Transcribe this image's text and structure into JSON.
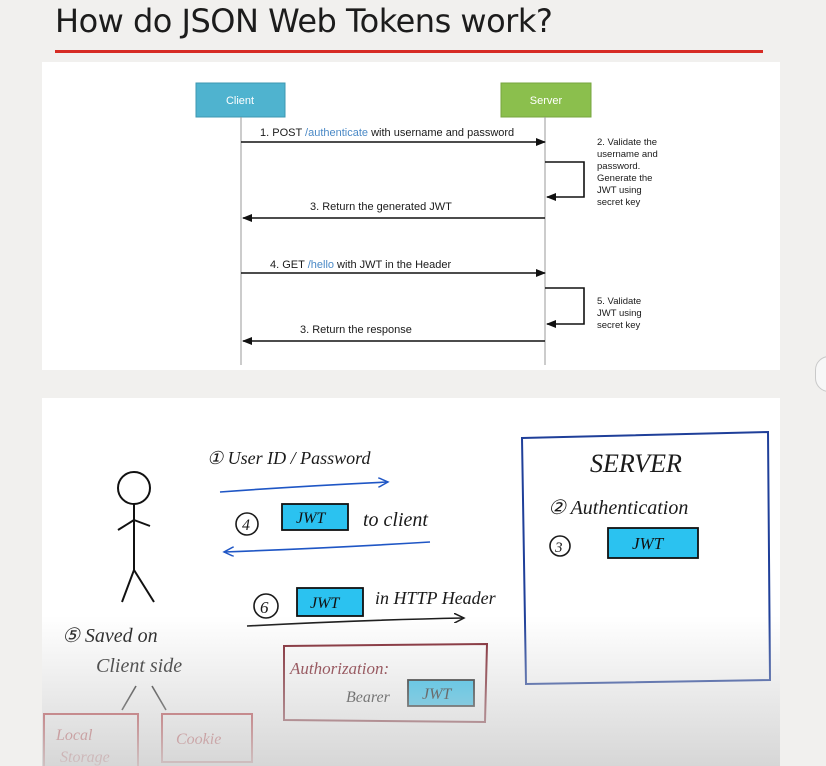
{
  "title": "How do JSON Web Tokens work?",
  "colors": {
    "accent_rule": "#d62b24",
    "client_box": "#4fb3cf",
    "server_box": "#8bbf4d",
    "link_blue": "#4a89c6",
    "pen_blue": "#1f56c5",
    "jwt_fill": "#2bc2f0",
    "maroon": "#7c1f2a",
    "red": "#b3242b"
  },
  "sequence": {
    "client_label": "Client",
    "server_label": "Server",
    "step1_a": "1. POST ",
    "step1_b": "/authenticate",
    "step1_c": " with username and password",
    "step2": [
      "2. Validate the",
      "username and",
      "password.",
      "Generate the",
      "JWT using",
      "secret key"
    ],
    "step3a": "3. Return the generated JWT",
    "step4_a": "4.  GET ",
    "step4_b": "/hello",
    "step4_c": " with JWT in the Header",
    "step5": [
      "5. Validate",
      "JWT using",
      "secret key"
    ],
    "step3b": "3. Return the response"
  },
  "sketch": {
    "step1": "① User ID / Password",
    "step4_num": "4",
    "jwt": "JWT",
    "to_client": "to client",
    "server": "SERVER",
    "step2": "② Authentication",
    "step3_num": "3",
    "step6_num": "6",
    "in_header": "in HTTP Header",
    "step5_line1": "⑤ Saved  on",
    "step5_line2": "Client side",
    "authorization": "Authorization:",
    "bearer": "Bearer",
    "local": "Local",
    "storage": "Storage",
    "cookie": "Cookie"
  }
}
